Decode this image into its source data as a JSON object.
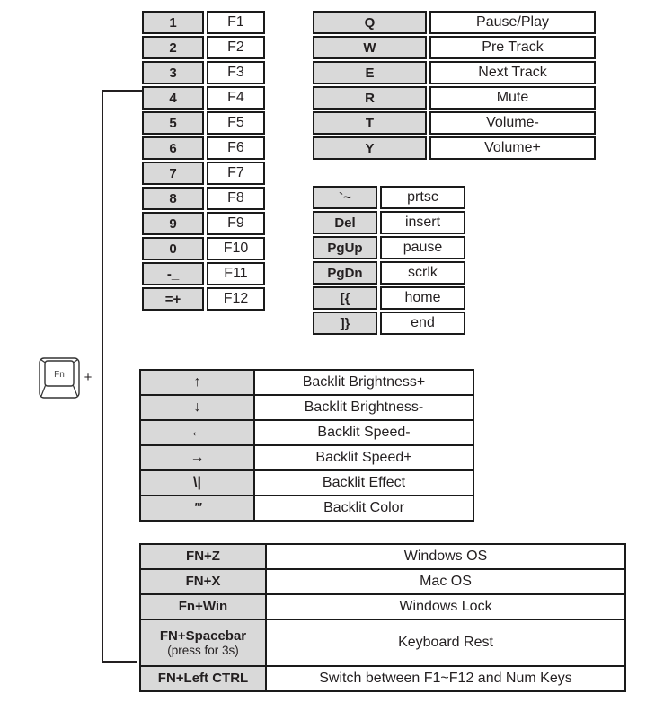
{
  "fn_key": {
    "label": "Fn",
    "plus": "+"
  },
  "colors": {
    "key_cell_bg": "#d9d9d9",
    "border": "#1a1a1a",
    "text": "#231f20"
  },
  "tables": {
    "fkeys": {
      "rows": [
        {
          "key": "1",
          "value": "F1"
        },
        {
          "key": "2",
          "value": "F2"
        },
        {
          "key": "3",
          "value": "F3"
        },
        {
          "key": "4",
          "value": "F4"
        },
        {
          "key": "5",
          "value": "F5"
        },
        {
          "key": "6",
          "value": "F6"
        },
        {
          "key": "7",
          "value": "F7"
        },
        {
          "key": "8",
          "value": "F8"
        },
        {
          "key": "9",
          "value": "F9"
        },
        {
          "key": "0",
          "value": "F10"
        },
        {
          "key": "-_",
          "value": "F11"
        },
        {
          "key": "=+",
          "value": "F12"
        }
      ]
    },
    "media": {
      "rows": [
        {
          "key": "Q",
          "value": "Pause/Play"
        },
        {
          "key": "W",
          "value": "Pre Track"
        },
        {
          "key": "E",
          "value": "Next Track"
        },
        {
          "key": "R",
          "value": "Mute"
        },
        {
          "key": "T",
          "value": "Volume-"
        },
        {
          "key": "Y",
          "value": "Volume+"
        }
      ]
    },
    "nav": {
      "rows": [
        {
          "key": "`~",
          "value": "prtsc"
        },
        {
          "key": "Del",
          "value": "insert"
        },
        {
          "key": "PgUp",
          "value": "pause"
        },
        {
          "key": "PgDn",
          "value": "scrlk"
        },
        {
          "key": "[{",
          "value": "home"
        },
        {
          "key": "]}",
          "value": "end"
        }
      ]
    },
    "backlit": {
      "rows": [
        {
          "key": "↑",
          "value": "Backlit Brightness+"
        },
        {
          "key": "↓",
          "value": "Backlit Brightness-"
        },
        {
          "key": "←",
          "value": "Backlit Speed-"
        },
        {
          "key": "→",
          "value": "Backlit Speed+"
        },
        {
          "key": "\\|",
          "value": "Backlit Effect"
        },
        {
          "key": "'''",
          "value": "Backlit Color"
        }
      ]
    },
    "system": {
      "rows": [
        {
          "key": "FN+Z",
          "value": "Windows OS"
        },
        {
          "key": "FN+X",
          "value": "Mac OS"
        },
        {
          "key": "Fn+Win",
          "value": "Windows Lock"
        },
        {
          "key": "FN+Spacebar",
          "key_sub": "(press for 3s)",
          "value": "Keyboard Rest"
        },
        {
          "key": "FN+Left CTRL",
          "value": "Switch between F1~F12 and Num Keys"
        }
      ]
    }
  }
}
